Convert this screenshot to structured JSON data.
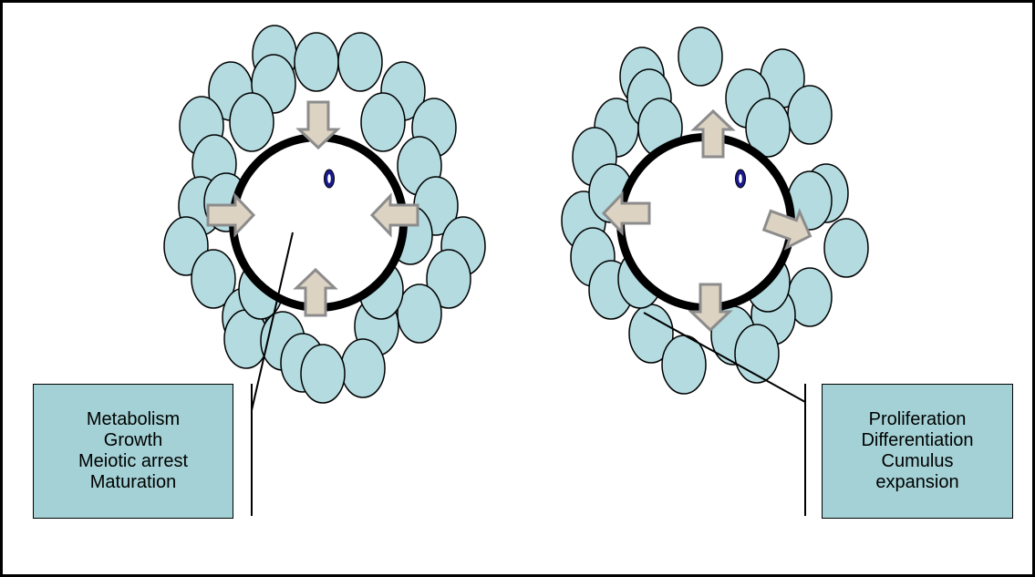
{
  "colors": {
    "cell_fill": "#b3dbe0",
    "box_fill": "#a3d1d5",
    "arrow_fill": "#ddd3c2",
    "arrow_stroke": "#8c8c8c",
    "nucleus_fill": "#1a1a8c",
    "outline": "#000000"
  },
  "left_box": {
    "line1": "Metabolism",
    "line2": "Growth",
    "line3": "Meiotic arrest",
    "line4": "Maturation"
  },
  "right_box": {
    "line1": "Proliferation",
    "line2": "Differentiation",
    "line3": "Cumulus",
    "line4": "expansion"
  },
  "left_complex": {
    "arrow_direction": "inward"
  },
  "right_complex": {
    "arrow_direction": "outward"
  }
}
